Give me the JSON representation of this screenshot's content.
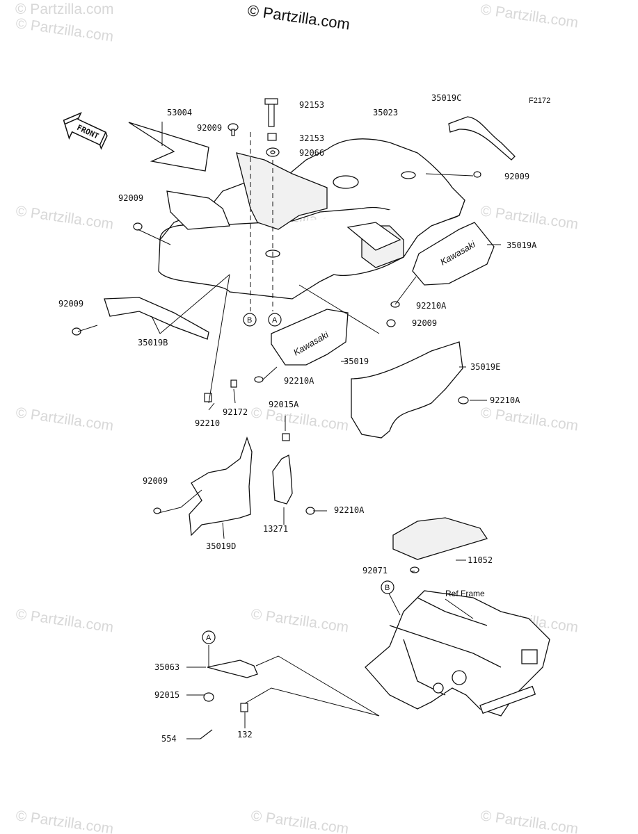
{
  "header": {
    "copyright": "© Partzilla.com",
    "figure_code": "F2172"
  },
  "watermark": {
    "text": "© Partzilla.com"
  },
  "direction_arrow": {
    "text": "FRONT"
  },
  "frame_reference": {
    "text": "Ref.Frame"
  },
  "callouts": {
    "a": "A",
    "b": "B"
  },
  "part_labels": {
    "p53004": "53004",
    "p92009_top": "92009",
    "p92153": "92153",
    "p32153": "32153",
    "p92066": "92066",
    "p35023": "35023",
    "p35019c": "35019C",
    "p92009_right": "92009",
    "p92009_left": "92009",
    "p35019a": "35019A",
    "p92210a_right": "92210A",
    "p92009_lower_left": "92009",
    "p35019b": "35019B",
    "p92009_mid": "92009",
    "p35019": "35019",
    "p92210a_mid": "92210A",
    "p35019e": "35019E",
    "p92210a_far_right": "92210A",
    "p92210": "92210",
    "p92172": "92172",
    "p92015a": "92015A",
    "p92009_fender": "92009",
    "p92210a_fender": "92210A",
    "p13271": "13271",
    "p35019d": "35019D",
    "p11052": "11052",
    "p92071": "92071",
    "p35063": "35063",
    "p92015": "92015",
    "p554": "554",
    "p132": "132"
  }
}
